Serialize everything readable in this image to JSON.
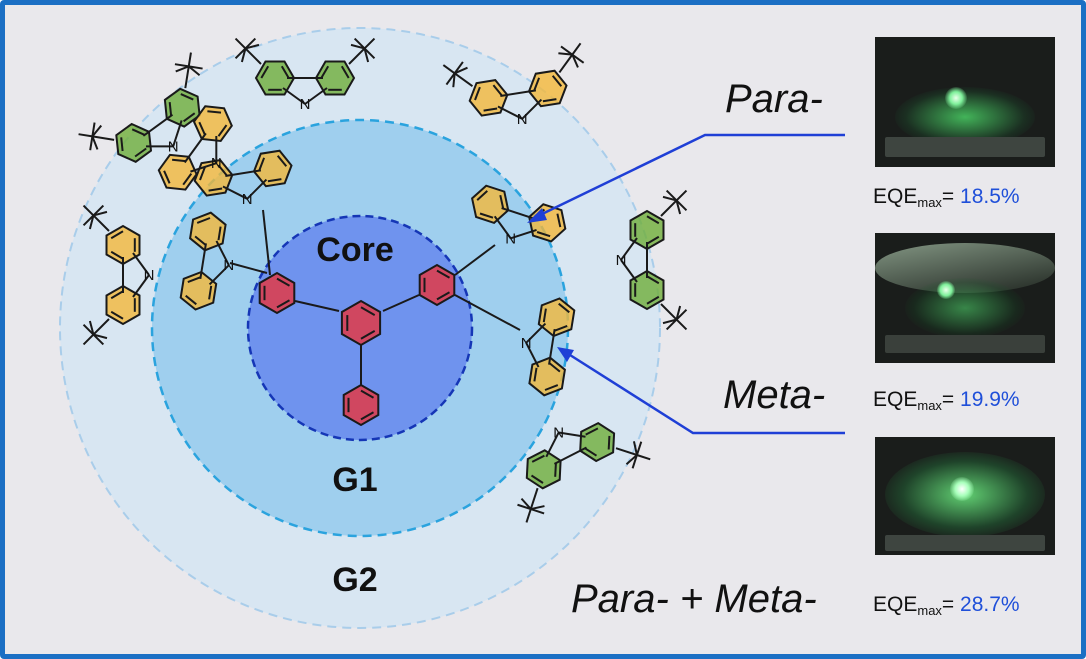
{
  "colors": {
    "frame_border": "#1b6fc4",
    "background": "#e9e8ec",
    "core_fill": "#6f93ee",
    "g1_fill": "#9fcfee",
    "g2_fill": "#d8e6f2",
    "arrow": "#1f3fd6",
    "eqe_value": "#1f4fd9",
    "core_unit": "#e8343c",
    "g1_unit": "#f4b83a",
    "g2_unit": "#6fae3a"
  },
  "regions": {
    "core_label": "Core",
    "g1_label": "G1",
    "g2_label": "G2"
  },
  "devices": [
    {
      "name": "Para-",
      "eqe_label": "EQE",
      "eqe_sub": "max",
      "eqe_sep": "= ",
      "eqe_value": "18.5%"
    },
    {
      "name": "Meta-",
      "eqe_label": "EQE",
      "eqe_sub": "max",
      "eqe_sep": "= ",
      "eqe_value": "19.9%"
    },
    {
      "name": "Para- + Meta-",
      "eqe_label": "EQE",
      "eqe_sub": "max",
      "eqe_sep": "= ",
      "eqe_value": "28.7%"
    }
  ],
  "atoms": {
    "nitrogen": "N"
  },
  "icons": {
    "photo": "green-oled-device-photo"
  }
}
